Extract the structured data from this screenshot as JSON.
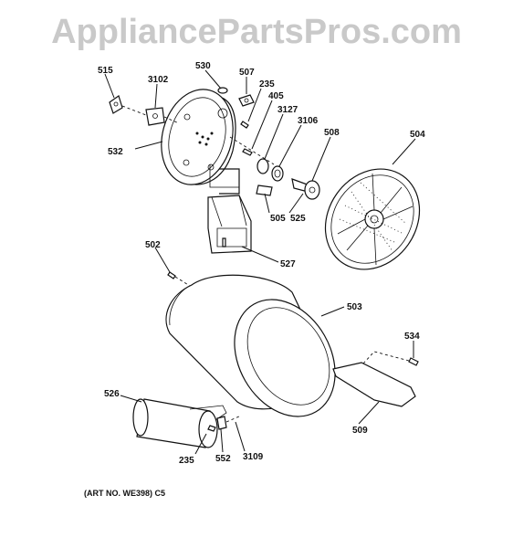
{
  "watermark": "AppliancePartsPros.com",
  "art_number": "(ART NO. WE398) C5",
  "callouts": {
    "c515": "515",
    "c3102": "3102",
    "c530": "530",
    "c507": "507",
    "c235a": "235",
    "c405": "405",
    "c3127": "3127",
    "c3106": "3106",
    "c508": "508",
    "c504": "504",
    "c532": "532",
    "c505": "505",
    "c525": "525",
    "c527": "527",
    "c502": "502",
    "c503": "503",
    "c534": "534",
    "c526": "526",
    "c509": "509",
    "c235b": "235",
    "c552": "552",
    "c3109": "3109"
  }
}
